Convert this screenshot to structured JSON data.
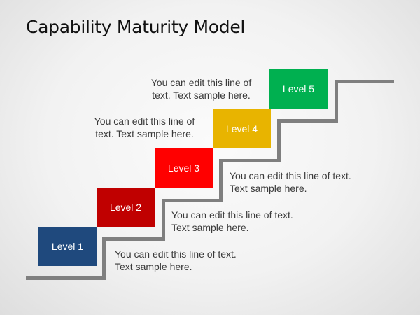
{
  "title": "Capability Maturity Model",
  "colors": {
    "level_1": "#1F497D",
    "level_2": "#C00000",
    "level_3": "#FF0000",
    "level_4": "#E8B400",
    "level_5": "#00B050",
    "stair_line": "#7F7F7F",
    "text": "#3A3A3A"
  },
  "levels": [
    {
      "label": "Level 1"
    },
    {
      "label": "Level 2"
    },
    {
      "label": "Level 3"
    },
    {
      "label": "Level 4"
    },
    {
      "label": "Level 5"
    }
  ],
  "descriptions": [
    {
      "line1": "You can edit this line of text.",
      "line2": "Text sample here."
    },
    {
      "line1": "You can edit this line of text.",
      "line2": "Text sample here."
    },
    {
      "line1": "You can edit this line of text.",
      "line2": "Text sample here."
    },
    {
      "line1": "You can edit this line of",
      "line2": "text. Text sample here."
    },
    {
      "line1": "You can edit this line of",
      "line2": "text. Text sample here."
    }
  ]
}
